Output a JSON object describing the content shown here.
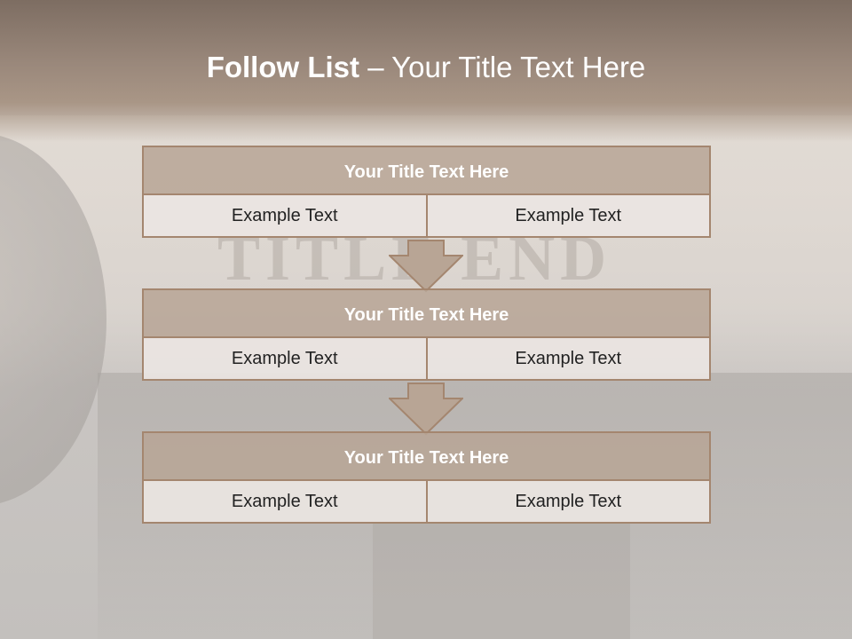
{
  "title": {
    "bold": "Follow List",
    "rest": " – Your Title Text Here"
  },
  "background": {
    "typed_text": "TITLE END"
  },
  "steps": [
    {
      "header": "Your Title Text Here",
      "left": "Example Text",
      "right": "Example Text"
    },
    {
      "header": "Your Title Text Here",
      "left": "Example Text",
      "right": "Example Text"
    },
    {
      "header": "Your Title Text Here",
      "left": "Example Text",
      "right": "Example Text"
    }
  ],
  "colors": {
    "header_fill": "#b7a495",
    "border": "#a4866f",
    "cell_fill": "#eae5e2",
    "top_band": "#8e7c70",
    "arrow_fill": "#b8a595"
  }
}
